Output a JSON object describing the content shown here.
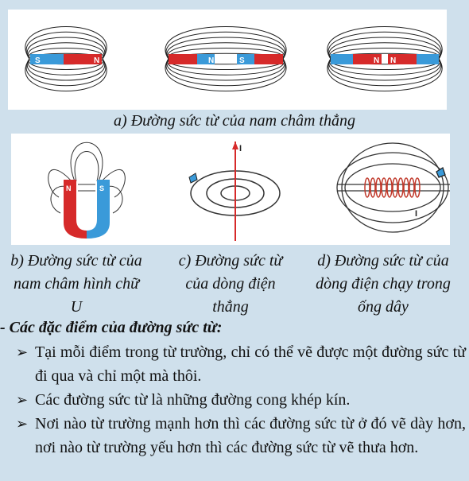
{
  "figures": {
    "a": {
      "caption": "a) Đường sức từ của nam châm thẳng",
      "magnets": [
        {
          "left": "S",
          "right": "N"
        },
        {
          "left": "N",
          "right": "S"
        },
        {
          "left": "N",
          "right": "N"
        }
      ]
    },
    "b": {
      "caption": "b) Đường sức từ của nam châm hình chữ U",
      "pole_left": "N",
      "pole_right": "S"
    },
    "c": {
      "caption": "c) Đường sức từ của dòng điện thẳng",
      "current_label": "I"
    },
    "d": {
      "caption": "d) Đường sức từ của dòng điện chạy trong ống dây",
      "current_label": "I"
    }
  },
  "properties": {
    "heading": "- Các đặc điểm của đường sức từ:",
    "items": [
      "Tại mỗi điểm trong từ trường, chỉ có thể vẽ được một đường sức từ đi qua và chỉ một mà thôi.",
      "Các đường sức từ là những đường cong khép kín.",
      "Nơi nào từ trường mạnh hơn thì các đường sức từ ở đó vẽ dày hơn, nơi nào từ trường yếu hơn thì các đường sức từ vẽ thưa hơn."
    ]
  }
}
